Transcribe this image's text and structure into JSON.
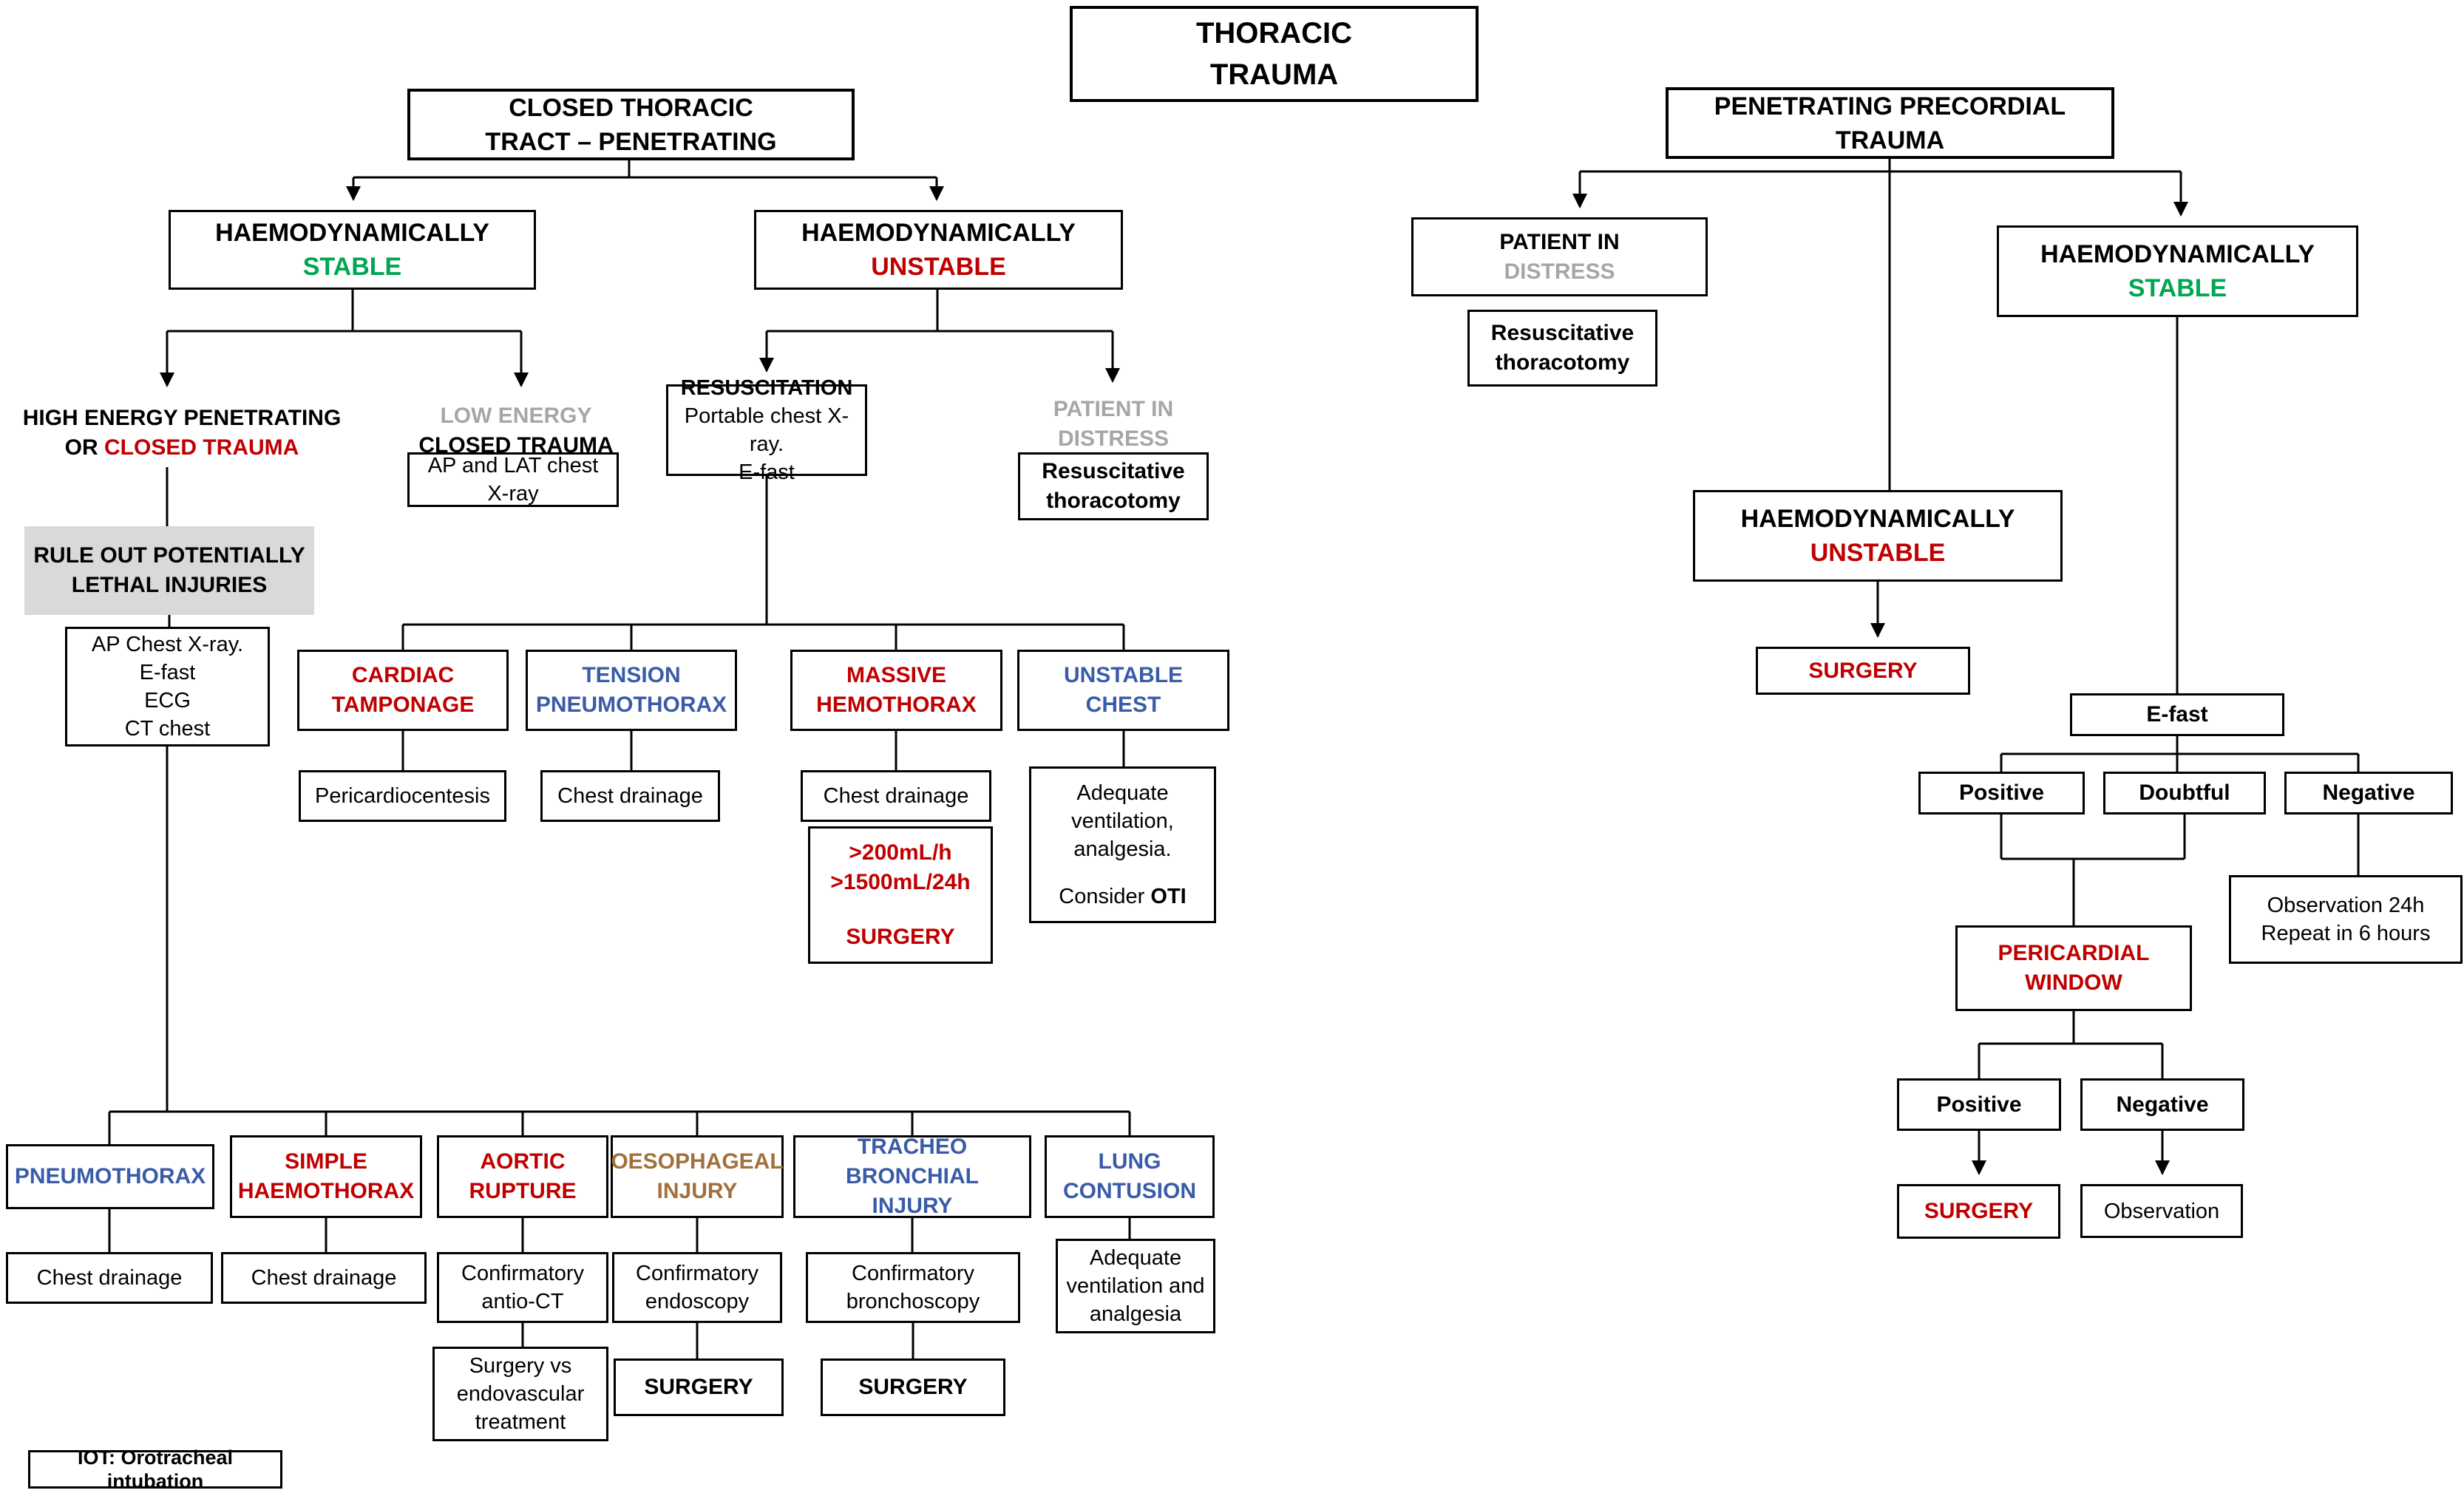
{
  "palette": {
    "red": "#C00000",
    "green": "#00A651",
    "blue": "#3A5CA8",
    "grey": "#A6A6A6",
    "brown": "#A0713C",
    "grey_bg": "#D9D9D9"
  },
  "nodes": {
    "title": {
      "l1": "THORACIC",
      "l2": "TRAUMA"
    },
    "closed_header": {
      "l1": "CLOSED THORACIC",
      "l2": "TRACT – PENETRATING"
    },
    "stable_left": {
      "l1": "HAEMODYNAMICALLY",
      "l2": "STABLE"
    },
    "unstable_left": {
      "l1": "HAEMODYNAMICALLY",
      "l2": "UNSTABLE"
    },
    "high_energy": {
      "l1": "HIGH ENERGY PENETRATING",
      "l2a": "OR ",
      "l2b": "CLOSED TRAUMA"
    },
    "low_energy": {
      "l1": "LOW ENERGY",
      "l2": "CLOSED TRAUMA"
    },
    "ap_lat": {
      "l1": "AP and LAT chest",
      "l2": "X-ray"
    },
    "resuscitation": {
      "l1": "RESUSCITATION",
      "l2": "Portable chest X-ray.",
      "l3": "E-fast"
    },
    "patient_distress_left": {
      "l1": "PATIENT IN",
      "l2": "DISTRESS"
    },
    "resus_thoracotomy_left": {
      "l1": "Resuscitative",
      "l2": "thoracotomy"
    },
    "rule_out": {
      "l1": "RULE OUT POTENTIALLY",
      "l2": "LETHAL INJURIES"
    },
    "ap_list": {
      "l1": "AP Chest X-ray.",
      "l2": "E-fast",
      "l3": "ECG",
      "l4": "CT chest"
    },
    "cardiac": {
      "l1": "CARDIAC",
      "l2": "TAMPONAGE"
    },
    "tension": {
      "l1": "TENSION",
      "l2": "PNEUMOTHORAX"
    },
    "massive": {
      "l1": "MASSIVE",
      "l2": "HEMOTHORAX"
    },
    "unstable_chest": {
      "l1": "UNSTABLE",
      "l2": "CHEST"
    },
    "pericardiocentesis": {
      "l1": "Pericardiocentesis"
    },
    "drain_tension": {
      "l1": "Chest drainage"
    },
    "drain_massive": {
      "l1": "Chest drainage"
    },
    "surgery_volume": {
      "l1": ">200mL/h",
      "l2": ">1500mL/24h",
      "l3": "SURGERY"
    },
    "adequate_vent": {
      "l1": "Adequate",
      "l2": "ventilation,",
      "l3": "analgesia.",
      "l4a": "Consider ",
      "l4b": "OTI"
    },
    "pneumothorax": {
      "l1": "PNEUMOTHORAX"
    },
    "simple_haemo": {
      "l1": "SIMPLE",
      "l2": "HAEMOTHORAX"
    },
    "aortic": {
      "l1": "AORTIC",
      "l2": "RUPTURE"
    },
    "oesophageal": {
      "l1": "OESOPHAGEAL",
      "l2": "INJURY"
    },
    "tracheo": {
      "l1": "TRACHEO BRONCHIAL",
      "l2": "INJURY"
    },
    "lung": {
      "l1": "LUNG",
      "l2": "CONTUSION"
    },
    "drain_pneumo": {
      "l1": "Chest drainage"
    },
    "drain_simple": {
      "l1": "Chest drainage"
    },
    "confirm_ct": {
      "l1": "Confirmatory",
      "l2": "antio-CT"
    },
    "confirm_endo": {
      "l1": "Confirmatory",
      "l2": "endoscopy"
    },
    "confirm_bronch": {
      "l1": "Confirmatory",
      "l2": "bronchoscopy"
    },
    "surgery_vs": {
      "l1": "Surgery vs",
      "l2": "endovascular",
      "l3": "treatment"
    },
    "surgery_oeso": {
      "l1": "SURGERY"
    },
    "surgery_tracheo": {
      "l1": "SURGERY"
    },
    "adequate_lung": {
      "l1": "Adequate",
      "l2": "ventilation and",
      "l3": "analgesia"
    },
    "legend": {
      "l1": "IOT: Orotracheal intubation"
    },
    "penetrating_header": {
      "l1": "PENETRATING PRECORDIAL",
      "l2": "TRAUMA"
    },
    "patient_distress_right": {
      "l1": "PATIENT IN",
      "l2": "DISTRESS"
    },
    "resus_thoracotomy_right": {
      "l1": "Resuscitative",
      "l2": "thoracotomy"
    },
    "stable_right": {
      "l1": "HAEMODYNAMICALLY",
      "l2": "STABLE"
    },
    "unstable_right": {
      "l1": "HAEMODYNAMICALLY",
      "l2": "UNSTABLE"
    },
    "surgery_unstable": {
      "l1": "SURGERY"
    },
    "efast": {
      "l1": "E-fast"
    },
    "efast_positive": {
      "l1": "Positive"
    },
    "efast_doubtful": {
      "l1": "Doubtful"
    },
    "efast_negative": {
      "l1": "Negative"
    },
    "observation_24h": {
      "l1": "Observation 24h",
      "l2": "Repeat in 6 hours"
    },
    "pericardial": {
      "l1": "PERICARDIAL",
      "l2": "WINDOW"
    },
    "pw_positive": {
      "l1": "Positive"
    },
    "pw_negative": {
      "l1": "Negative"
    },
    "surgery_pw": {
      "l1": "SURGERY"
    },
    "observation_pw": {
      "l1": "Observation"
    }
  }
}
